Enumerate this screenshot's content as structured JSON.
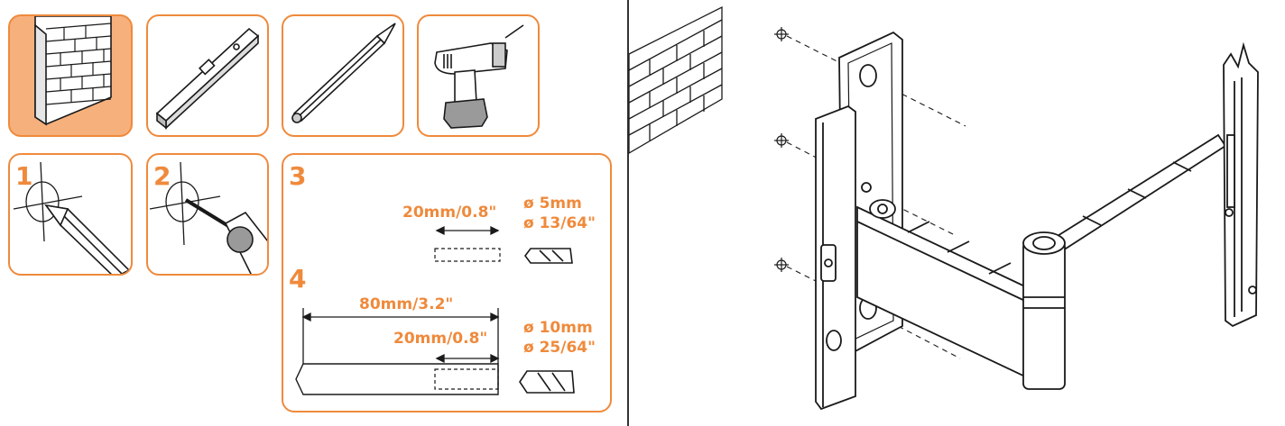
{
  "tools": [
    {
      "name": "brick-wall"
    },
    {
      "name": "spirit-level"
    },
    {
      "name": "pencil"
    },
    {
      "name": "power-drill"
    }
  ],
  "steps": {
    "s1": {
      "number": "1"
    },
    "s2": {
      "number": "2"
    },
    "s3": {
      "number": "3",
      "depth": "20mm/0.8\"",
      "bit_metric": "ø 5mm",
      "bit_imperial": "ø 13/64\""
    },
    "s4": {
      "number": "4",
      "total_depth": "80mm/3.2\"",
      "depth": "20mm/0.8\"",
      "bit_metric": "ø 10mm",
      "bit_imperial": "ø 25/64\""
    }
  },
  "colors": {
    "accent": "#ef8a3c",
    "accent_fill": "#f6b07c",
    "line": "#1a1a1a"
  }
}
